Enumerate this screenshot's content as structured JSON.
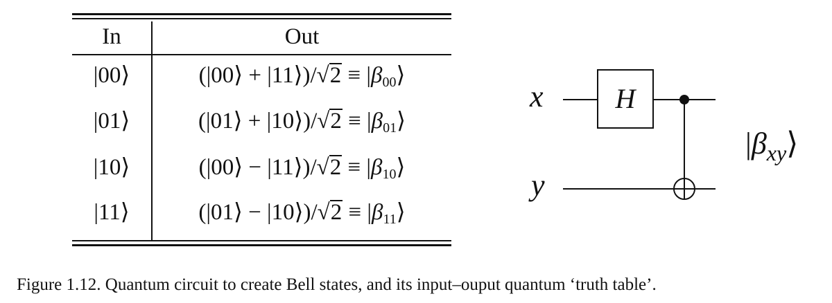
{
  "table": {
    "header_in": "In",
    "header_out": "Out",
    "rows": [
      {
        "in": "|00⟩",
        "out_pre": "(|00⟩ + |11⟩)/",
        "sqrt": "2",
        "out_mid": " ≡ |",
        "beta": "β",
        "sub": "00",
        "close": "⟩"
      },
      {
        "in": "|01⟩",
        "out_pre": "(|01⟩ + |10⟩)/",
        "sqrt": "2",
        "out_mid": " ≡ |",
        "beta": "β",
        "sub": "01",
        "close": "⟩"
      },
      {
        "in": "|10⟩",
        "out_pre": "(|00⟩ − |11⟩)/",
        "sqrt": "2",
        "out_mid": " ≡ |",
        "beta": "β",
        "sub": "10",
        "close": "⟩"
      },
      {
        "in": "|11⟩",
        "out_pre": "(|01⟩ − |10⟩)/",
        "sqrt": "2",
        "out_mid": " ≡ |",
        "beta": "β",
        "sub": "11",
        "close": "⟩"
      }
    ]
  },
  "circuit": {
    "input_x": "x",
    "input_y": "y",
    "gate": "H",
    "output_open": "|",
    "output_beta": "β",
    "output_sub": "xy",
    "output_close": "⟩"
  },
  "caption": "Figure 1.12. Quantum circuit to create Bell states, and its input–ouput quantum ‘truth table’."
}
